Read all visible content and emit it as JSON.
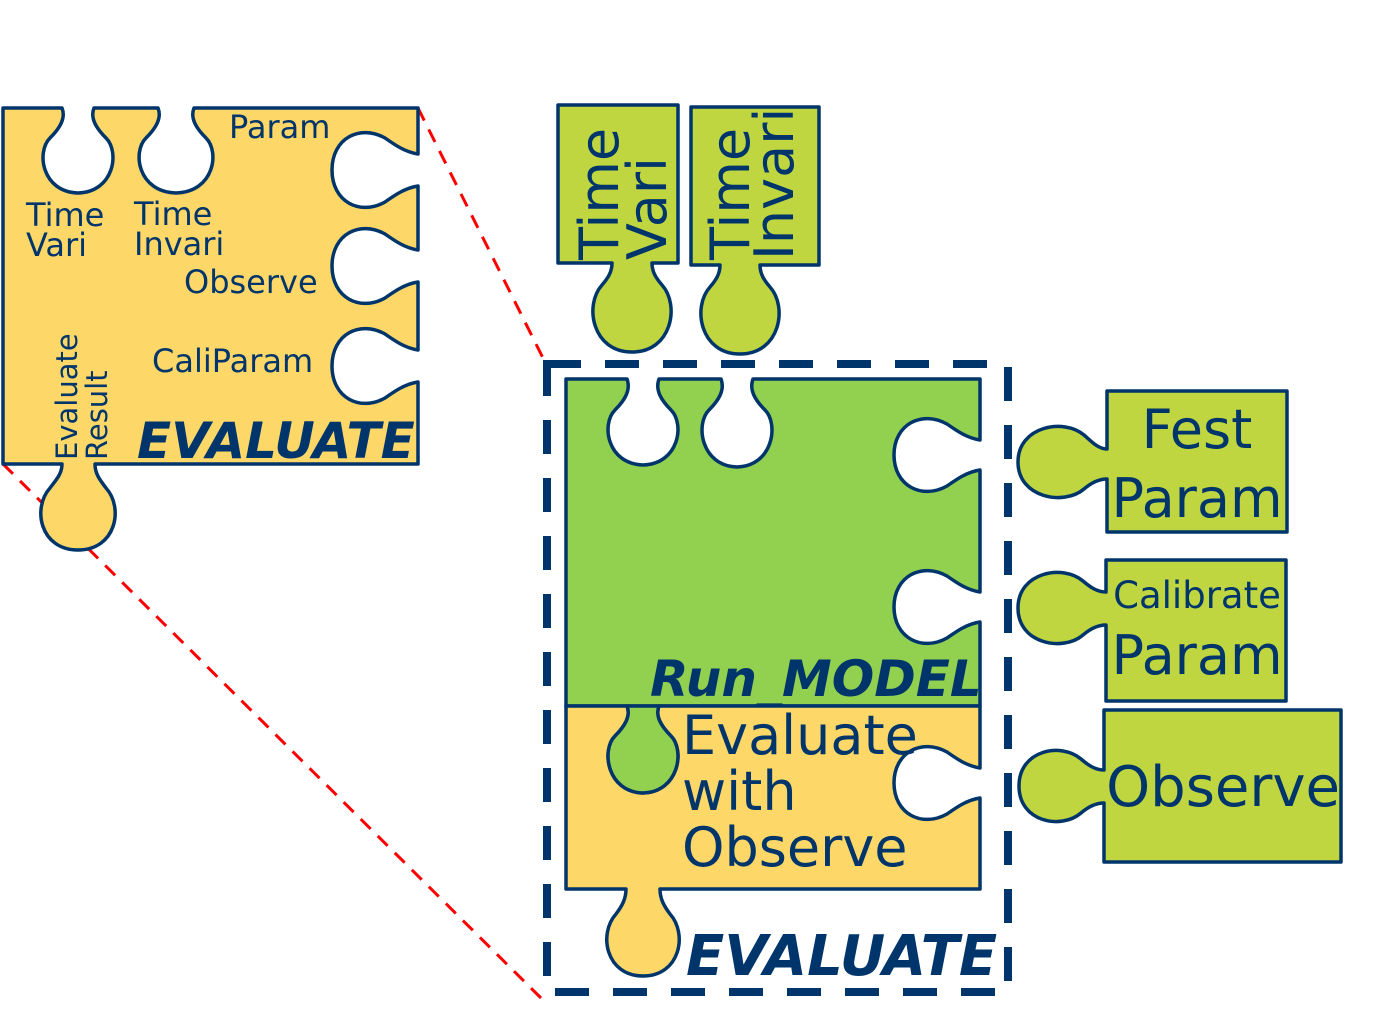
{
  "colors": {
    "outline": "#00356B",
    "evaluate_fill": "#FDD868",
    "run_model_fill": "#92D050",
    "input_fill": "#BFD641",
    "zoom_line": "#FF0000",
    "background": "#FFFFFF"
  },
  "detail_piece": {
    "title": "EVALUATE",
    "top_inputs": [
      {
        "line1": "Time",
        "line2": "Vari"
      },
      {
        "line1": "Time",
        "line2": "Invari"
      }
    ],
    "right_inputs": [
      "Param",
      "Observe",
      "CaliParam"
    ],
    "bottom_output": {
      "line1": "Evaluate",
      "line2": "Result"
    }
  },
  "top_inputs": [
    {
      "line1": "Time",
      "line2": "Vari"
    },
    {
      "line1": "Time",
      "line2": "Invari"
    }
  ],
  "run_model": {
    "title": "Run_MODEL"
  },
  "evaluate_observe": {
    "line1": "Evaluate",
    "line2": "with",
    "line3": "Observe"
  },
  "group": {
    "title": "EVALUATE"
  },
  "right_inputs": [
    {
      "line1": "Fest",
      "line2": "Param"
    },
    {
      "line1": "Calibrate",
      "line2": "Param"
    },
    {
      "line1": "Observe"
    }
  ]
}
